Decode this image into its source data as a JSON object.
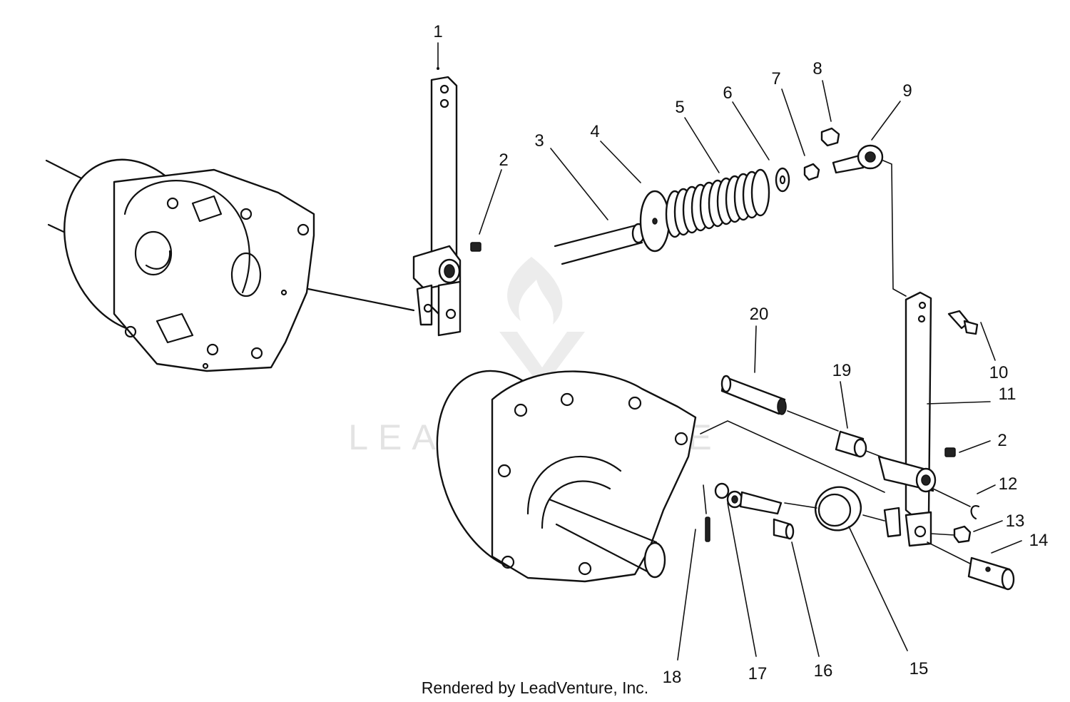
{
  "watermark": {
    "text": "LEADVENTURE"
  },
  "credit": "Rendered by LeadVenture, Inc.",
  "callouts": [
    {
      "id": "c1",
      "label": "1"
    },
    {
      "id": "c2a",
      "label": "2"
    },
    {
      "id": "c3",
      "label": "3"
    },
    {
      "id": "c4",
      "label": "4"
    },
    {
      "id": "c5",
      "label": "5"
    },
    {
      "id": "c6",
      "label": "6"
    },
    {
      "id": "c7",
      "label": "7"
    },
    {
      "id": "c8",
      "label": "8"
    },
    {
      "id": "c9",
      "label": "9"
    },
    {
      "id": "c10",
      "label": "10"
    },
    {
      "id": "c11",
      "label": "11"
    },
    {
      "id": "c2b",
      "label": "2"
    },
    {
      "id": "c12",
      "label": "12"
    },
    {
      "id": "c13",
      "label": "13"
    },
    {
      "id": "c14",
      "label": "14"
    },
    {
      "id": "c15",
      "label": "15"
    },
    {
      "id": "c16",
      "label": "16"
    },
    {
      "id": "c17",
      "label": "17"
    },
    {
      "id": "c18",
      "label": "18"
    },
    {
      "id": "c19",
      "label": "19"
    },
    {
      "id": "c20",
      "label": "20"
    }
  ]
}
